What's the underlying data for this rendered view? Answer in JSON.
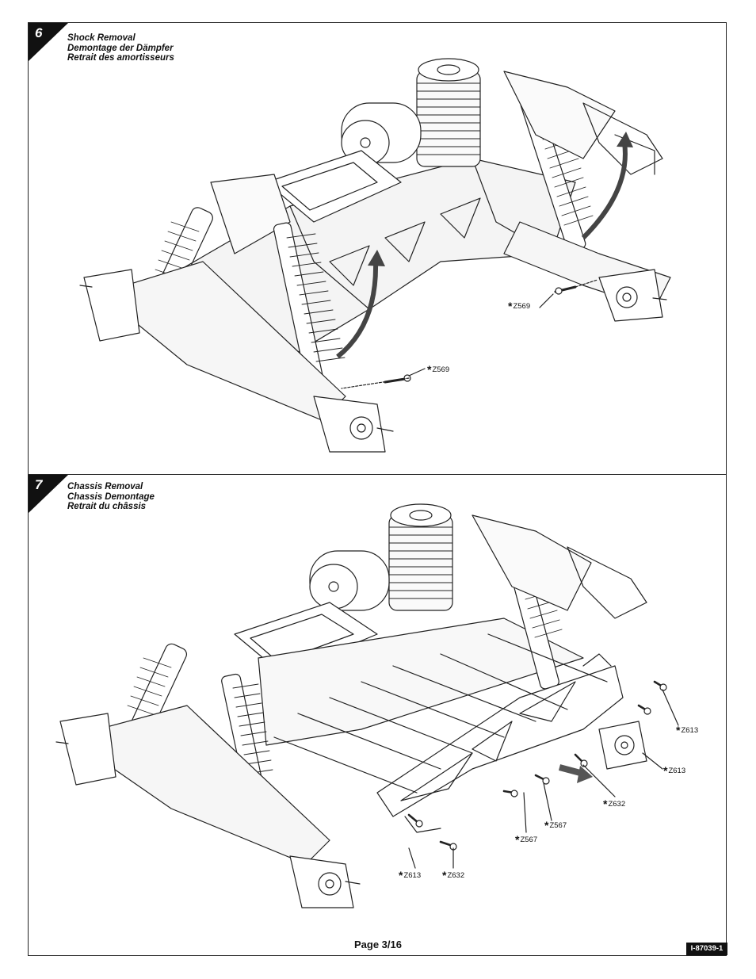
{
  "steps": [
    {
      "number": "6",
      "title_lines": [
        "Shock Removal",
        "Demontage der Dämpfer",
        "Retrait des amortisseurs"
      ],
      "callouts": [
        {
          "star": "*",
          "part": "Z569"
        },
        {
          "star": "*",
          "part": "Z569"
        }
      ]
    },
    {
      "number": "7",
      "title_lines": [
        "Chassis Removal",
        "Chassis Demontage",
        "Retrait du châssis"
      ],
      "callouts": [
        {
          "star": "*",
          "part": "Z613"
        },
        {
          "star": "*",
          "part": "Z613"
        },
        {
          "star": "*",
          "part": "Z632"
        },
        {
          "star": "*",
          "part": "Z567"
        },
        {
          "star": "*",
          "part": "Z567"
        },
        {
          "star": "*",
          "part": "Z613"
        },
        {
          "star": "*",
          "part": "Z632"
        }
      ]
    }
  ],
  "footer": {
    "page_label": "Page  3/16",
    "doc_code": "I-87039-1"
  }
}
